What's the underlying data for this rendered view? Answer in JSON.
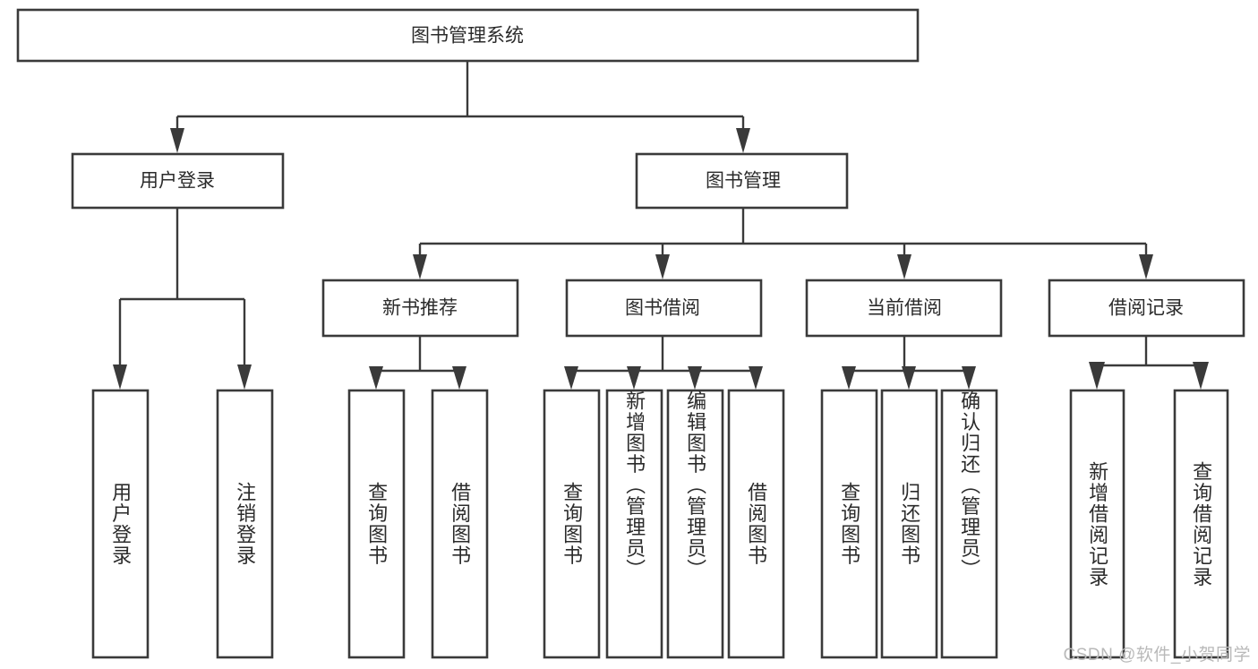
{
  "diagram": {
    "title": "图书管理系统",
    "type": "hierarchy-tree",
    "colors": {
      "box_fill": "#ffffff",
      "box_stroke": "#3a3a3a",
      "text": "#2b2b2b",
      "connector": "#3a3a3a",
      "watermark": "#b9b9b9",
      "background": "#ffffff"
    },
    "levels": {
      "root": {
        "label": "图书管理系统"
      },
      "level2": [
        {
          "label": "用户登录"
        },
        {
          "label": "图书管理"
        }
      ],
      "level3": [
        {
          "label": "新书推荐"
        },
        {
          "label": "图书借阅"
        },
        {
          "label": "当前借阅"
        },
        {
          "label": "借阅记录"
        }
      ],
      "leaves": {
        "user_login": [
          {
            "label": "用户登录"
          },
          {
            "label": "注销登录"
          }
        ],
        "new_book_recommend": [
          {
            "label": "查询图书"
          },
          {
            "label": "借阅图书"
          }
        ],
        "book_borrow": [
          {
            "label": "查询图书"
          },
          {
            "label": "新增图书（管理员）"
          },
          {
            "label": "编辑图书（管理员）"
          },
          {
            "label": "借阅图书"
          }
        ],
        "current_borrow": [
          {
            "label": "查询图书"
          },
          {
            "label": "归还图书"
          },
          {
            "label": "确认归还（管理员）"
          }
        ],
        "borrow_record": [
          {
            "label": "新增借阅记录"
          },
          {
            "label": "查询借阅记录"
          }
        ]
      }
    },
    "watermark": "CSDN @软件_小贺同学"
  }
}
